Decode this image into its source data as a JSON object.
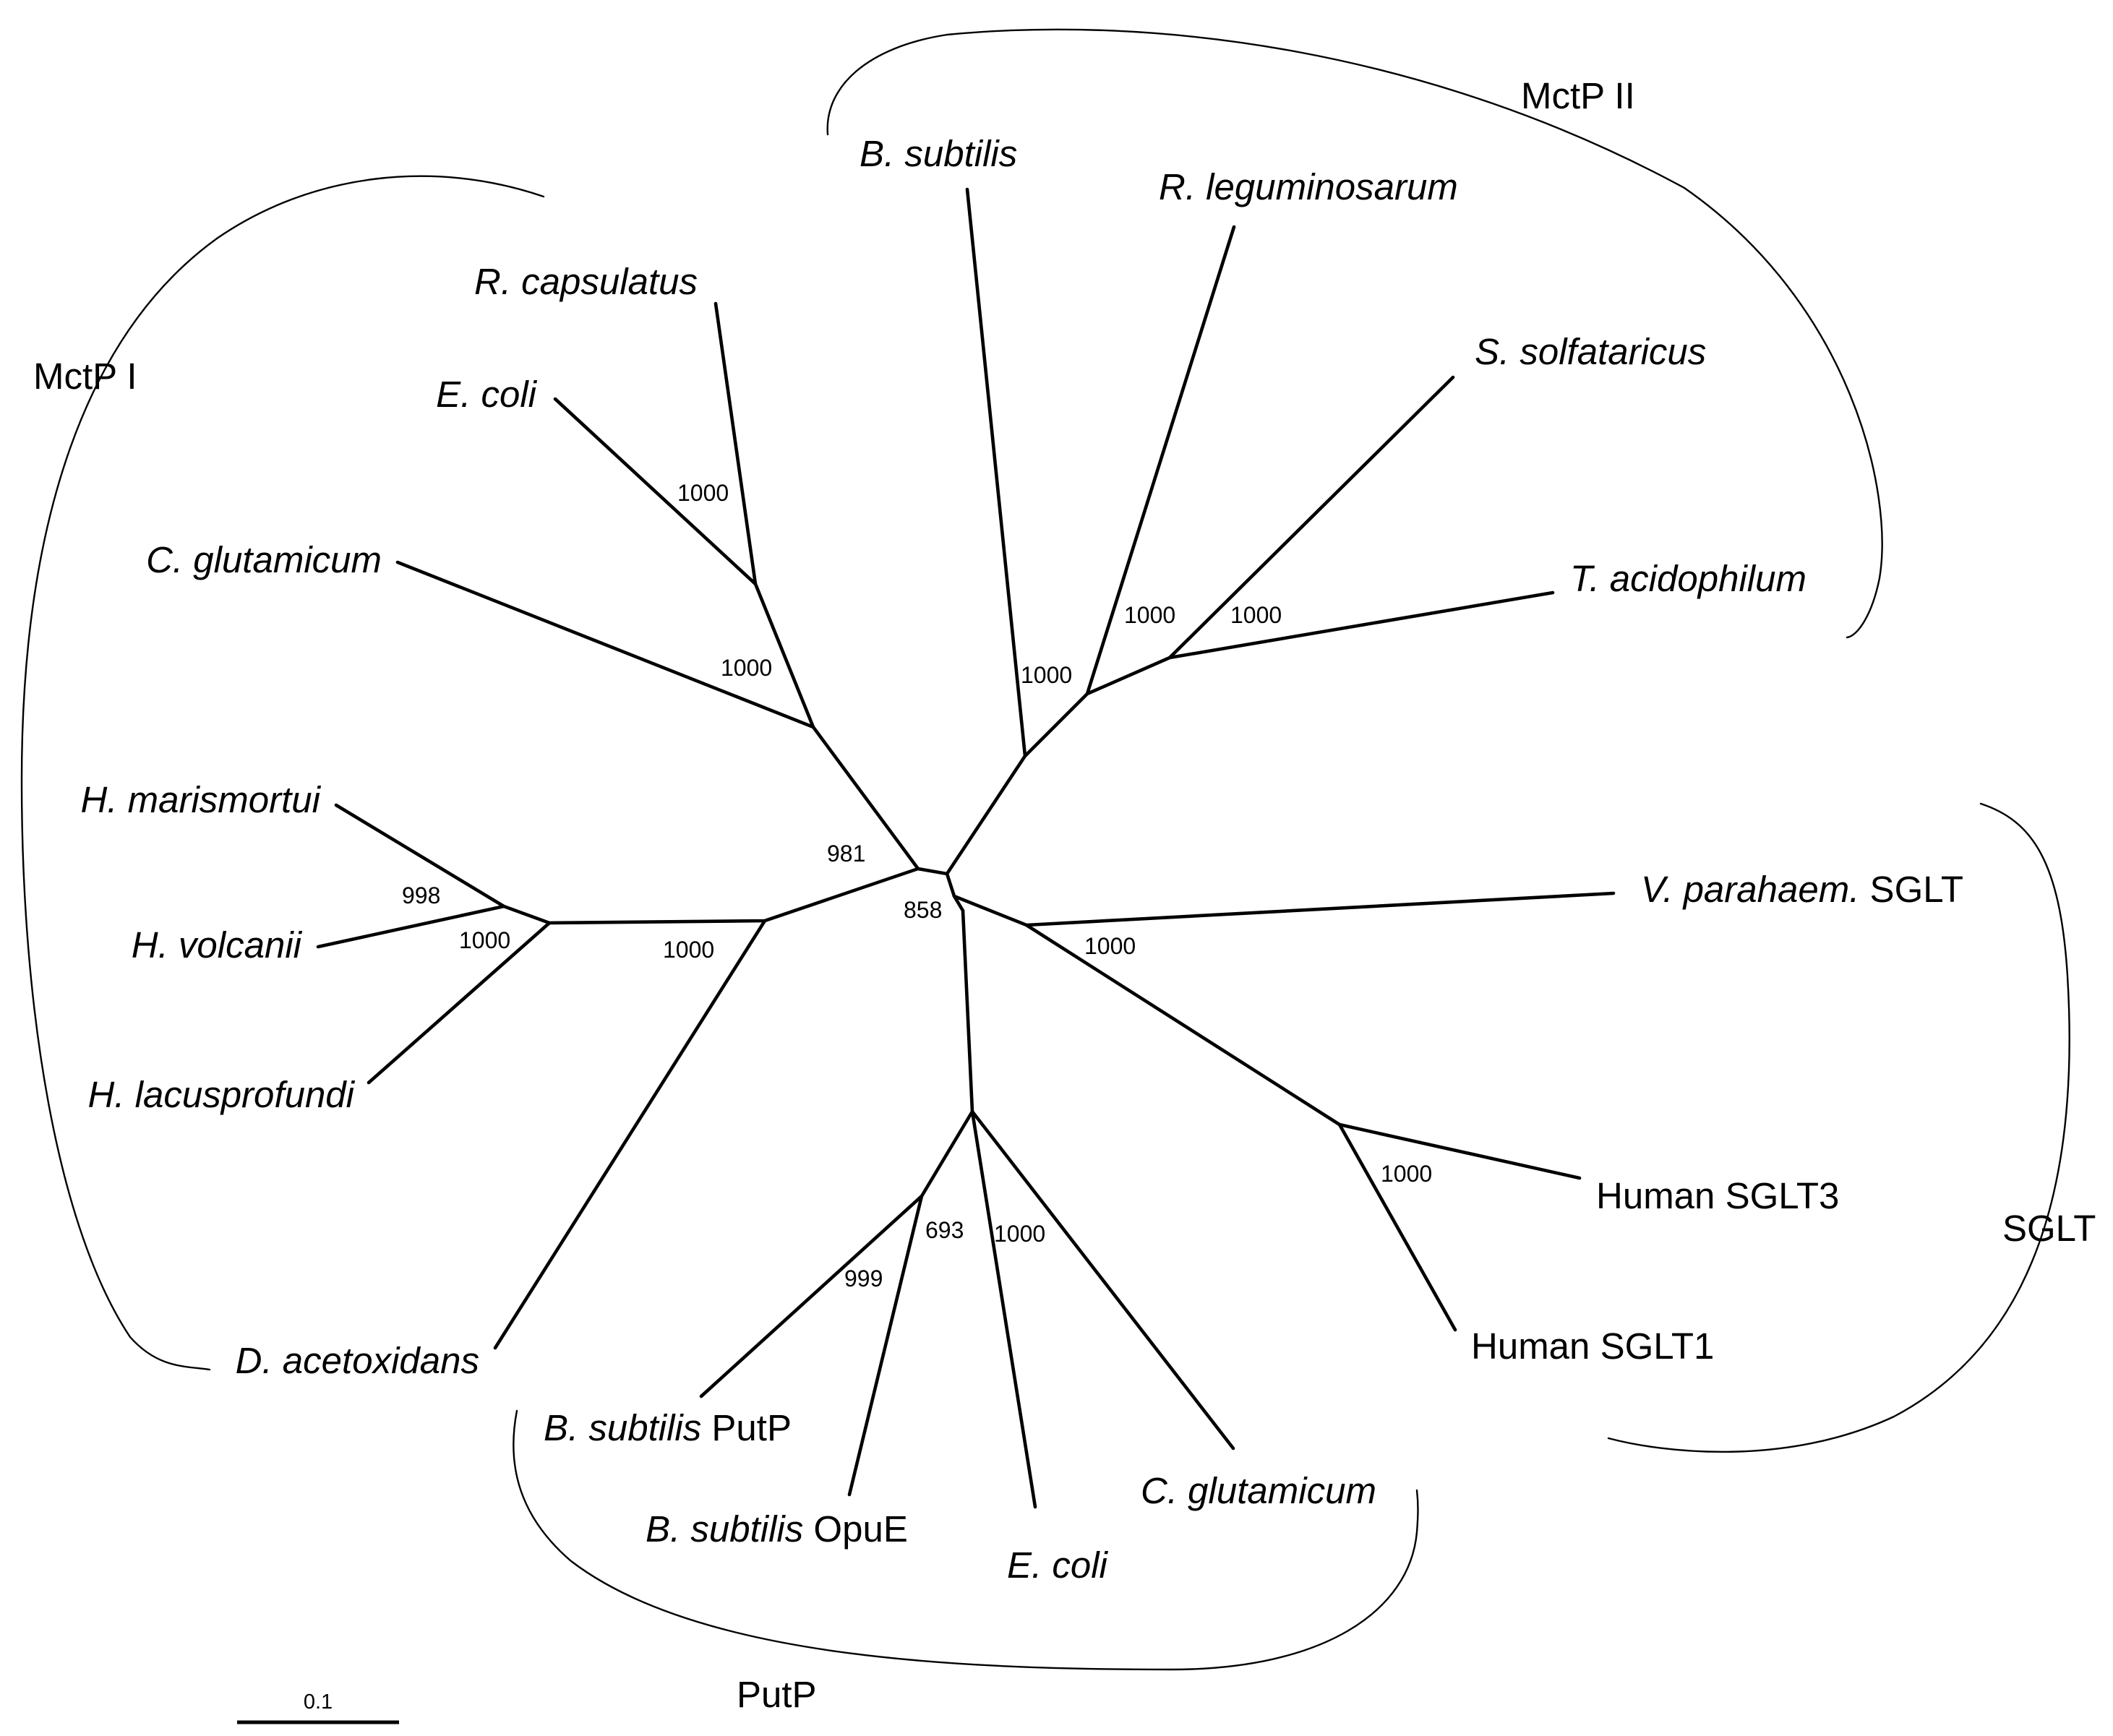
{
  "taxa": {
    "r_capsulatus": {
      "italic": "R. capsulatus",
      "plain": ""
    },
    "e_coli_mctp1": {
      "italic": "E. coli",
      "plain": ""
    },
    "c_glutamicum_mctp1": {
      "italic": "C. glutamicum",
      "plain": ""
    },
    "h_marismortui": {
      "italic": "H. marismortui",
      "plain": ""
    },
    "h_volcanii": {
      "italic": "H. volcanii",
      "plain": ""
    },
    "h_lacusprofundi": {
      "italic": "H. lacusprofundi",
      "plain": ""
    },
    "d_acetoxidans": {
      "italic": "D. acetoxidans",
      "plain": ""
    },
    "b_subtilis_mctp2": {
      "italic": "B. subtilis",
      "plain": ""
    },
    "r_leguminosarum": {
      "italic": "R. leguminosarum",
      "plain": ""
    },
    "s_solfataricus": {
      "italic": "S. solfataricus",
      "plain": ""
    },
    "t_acidophilum": {
      "italic": "T. acidophilum",
      "plain": ""
    },
    "v_parahaem_sglt": {
      "italic": "V. parahaem.",
      "plain": " SGLT"
    },
    "human_sglt3": {
      "italic": "",
      "plain": "Human SGLT3"
    },
    "human_sglt1": {
      "italic": "",
      "plain": "Human SGLT1"
    },
    "b_subtilis_putp": {
      "italic": "B. subtilis",
      "plain": " PutP"
    },
    "b_subtilis_opue": {
      "italic": "B. subtilis",
      "plain": " OpuE"
    },
    "e_coli_putp": {
      "italic": "E. coli",
      "plain": ""
    },
    "c_glutamicum_putp": {
      "italic": "C. glutamicum",
      "plain": ""
    }
  },
  "clades": {
    "mctp1": "MctP I",
    "mctp2": "MctP II",
    "sglt": "SGLT",
    "putp": "PutP"
  },
  "support": {
    "rcaps_ecoli": "1000",
    "mctp1_cglut": "1000",
    "mctp1_root": "981",
    "center": "858",
    "halo_pair": "998",
    "halo_clade": "1000",
    "mctp1_dacet": "1000",
    "mctp2_bsub": "1000",
    "mctp2_rleg": "1000",
    "sso_tac": "1000",
    "sglt": "1000",
    "human_sglt": "1000",
    "putp_bsub": "999",
    "putp_opue": "693",
    "putp_ecoli_cglut": "1000"
  },
  "scale_bar": {
    "label": "0.1"
  }
}
